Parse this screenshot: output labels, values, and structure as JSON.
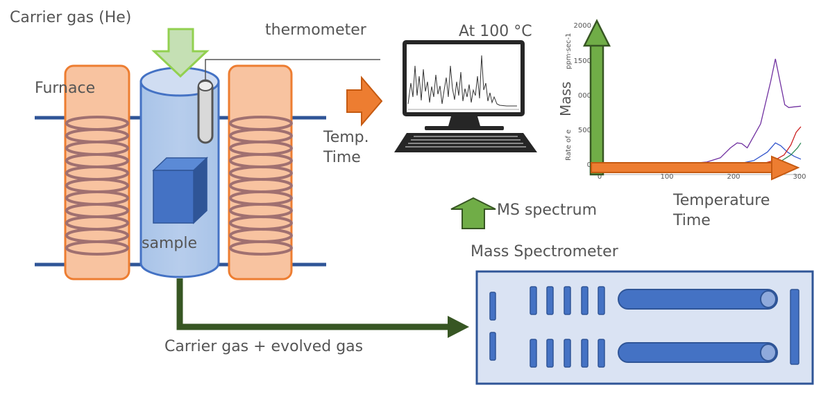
{
  "labels": {
    "carrier_gas": "Carrier gas (He)",
    "thermometer": "thermometer",
    "at_temp": "At 100 °C",
    "furnace": "Furnace",
    "sample": "sample",
    "temp": "Temp.",
    "time": "Time",
    "carrier_evolved": "Carrier gas + evolved gas",
    "ms_spectrum": "MS spectrum",
    "mass_spectrometer": "Mass Spectrometer",
    "axis_mass": "Mass",
    "axis_temperature": "Temperature",
    "axis_time": "Time"
  },
  "colors": {
    "furnace_fill": "#f8c3a0",
    "furnace_stroke": "#ed7d31",
    "tube_fill": "#a9c4e8",
    "tube_stroke": "#4472c4",
    "sample_cube": "#4472c4",
    "coil": "#a07070",
    "arrow_green_light": "#92d050",
    "arrow_green": "#70ad47",
    "arrow_green_dark": "#375623",
    "arrow_orange": "#ed7d31",
    "ms_box_fill": "#dae3f3",
    "ms_box_stroke": "#2f5597"
  },
  "icons": {
    "computer": "computer-monitor-icon",
    "keyboard": "keyboard-icon"
  },
  "chart_data": {
    "type": "line",
    "xlabel_partial": "",
    "ylabel_partial": "Rate of e",
    "yunit_partial": "ppm·sec-1",
    "xlim": [
      0,
      300
    ],
    "ylim": [
      0,
      2000
    ],
    "x_ticks": [
      "0",
      "100",
      "200",
      "300"
    ],
    "y_ticks": [
      "2000",
      "1500",
      "000",
      "500",
      "0"
    ],
    "series": [
      {
        "color": "#7030a0",
        "x": [
          0,
          40,
          80,
          120,
          160,
          180,
          195,
          205,
          212,
          220,
          240,
          255,
          262,
          270,
          276,
          282,
          290,
          300
        ],
        "y": [
          0,
          5,
          10,
          25,
          60,
          120,
          260,
          330,
          320,
          260,
          600,
          1200,
          1520,
          1150,
          870,
          830,
          840,
          850
        ]
      },
      {
        "color": "#3355cc",
        "x": [
          0,
          150,
          200,
          230,
          250,
          262,
          270,
          280,
          290,
          300
        ],
        "y": [
          0,
          0,
          20,
          80,
          200,
          330,
          290,
          200,
          140,
          100
        ]
      },
      {
        "color": "#cc2222",
        "x": [
          0,
          200,
          240,
          260,
          275,
          285,
          293,
          300
        ],
        "y": [
          0,
          0,
          30,
          80,
          160,
          300,
          480,
          560
        ]
      },
      {
        "color": "#2e8b57",
        "x": [
          0,
          220,
          250,
          270,
          285,
          295,
          300
        ],
        "y": [
          0,
          0,
          20,
          70,
          160,
          260,
          330
        ]
      }
    ]
  }
}
